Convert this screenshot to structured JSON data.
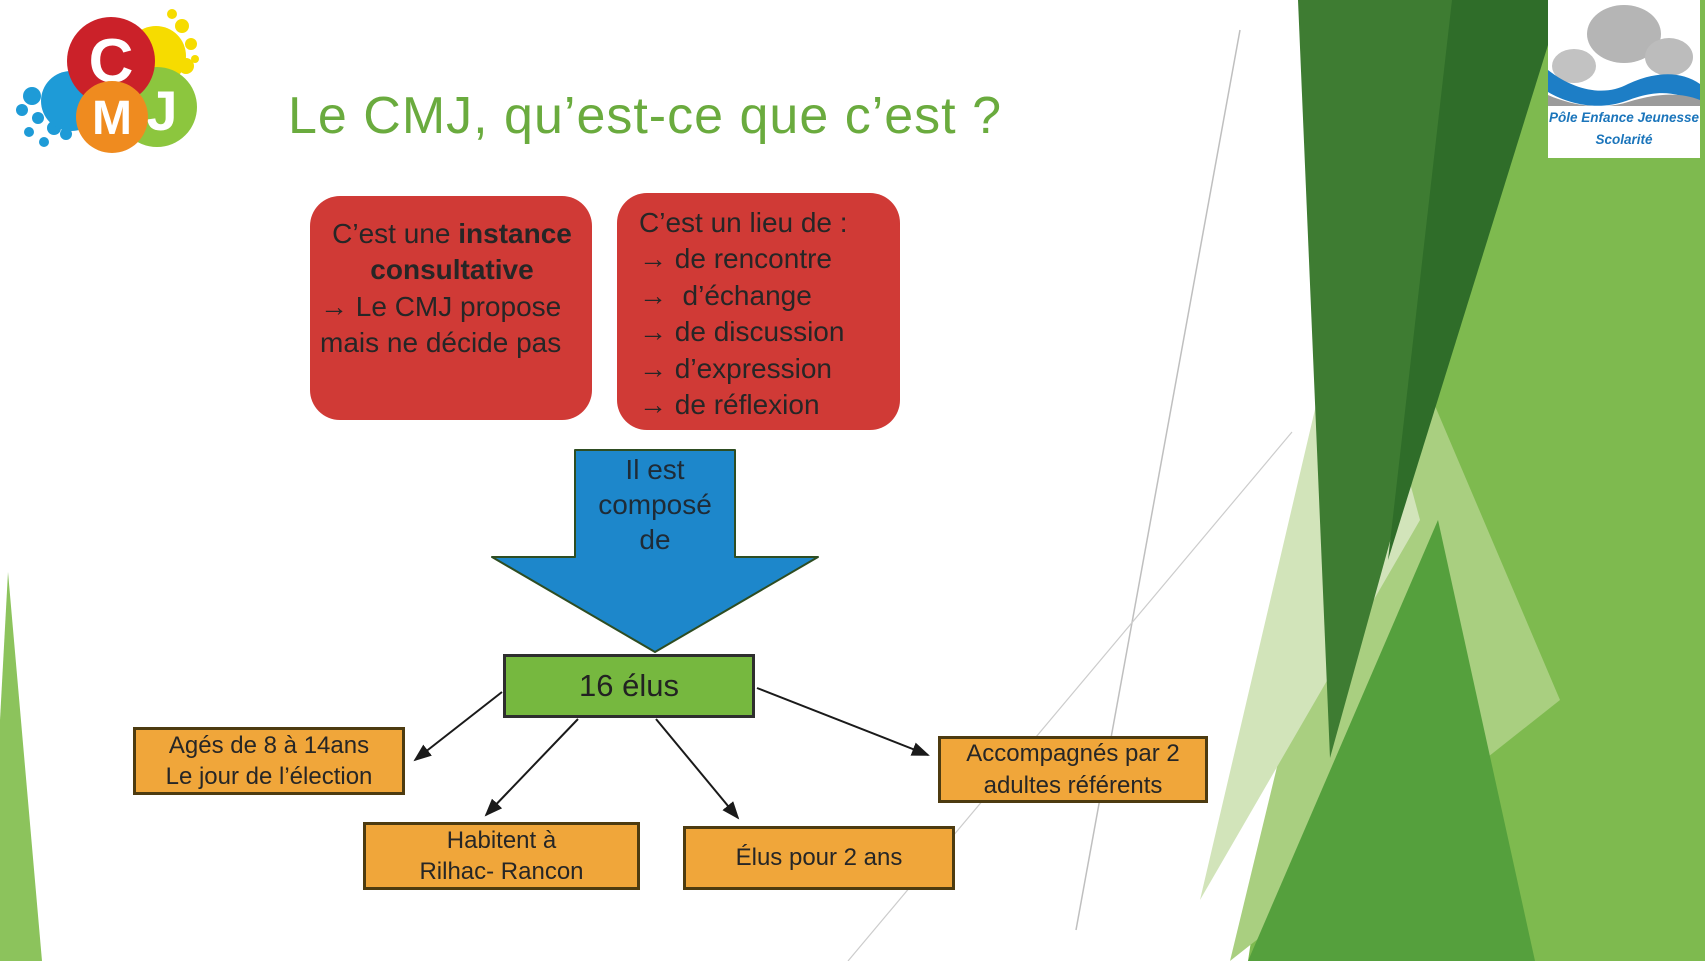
{
  "slide": {
    "title": "Le CMJ, qu’est-ce que c’est ?"
  },
  "colors": {
    "title_green": "#6aab3e",
    "box_red": "#d03a36",
    "arrow_blue": "#1d87cb",
    "elus_green": "#76b83f",
    "orange": "#f0a63a"
  },
  "logo_cmj": {
    "letter_c": "C",
    "letter_m": "M",
    "letter_j": "J"
  },
  "logo_pej": {
    "line1": "Pôle Enfance Jeunesse",
    "line2": "Scolarité"
  },
  "diagram": {
    "instance_box": {
      "line1_prefix": "C’est une ",
      "line1_bold": "instance",
      "line2": "consultative",
      "line3": "→ Le CMJ propose",
      "line4": "mais ne décide pas"
    },
    "lieu_box": {
      "title": "C’est un lieu de :",
      "items": [
        "→ de rencontre",
        "→  d’échange",
        "→ de discussion",
        "→ d’expression",
        "→ de réflexion"
      ]
    },
    "arrow": {
      "lines": [
        "Il est",
        "composé",
        "de"
      ]
    },
    "elus_box": {
      "label": "16 élus"
    },
    "boxes": [
      {
        "line1": "Agés de 8 à 14ans",
        "line2": "Le jour de l’élection"
      },
      {
        "line1": "Habitent à",
        "line2": "Rilhac- Rancon"
      },
      {
        "line1": "Élus pour 2 ans"
      },
      {
        "line1": "Accompagnés par 2",
        "line2": "adultes référents"
      }
    ]
  }
}
